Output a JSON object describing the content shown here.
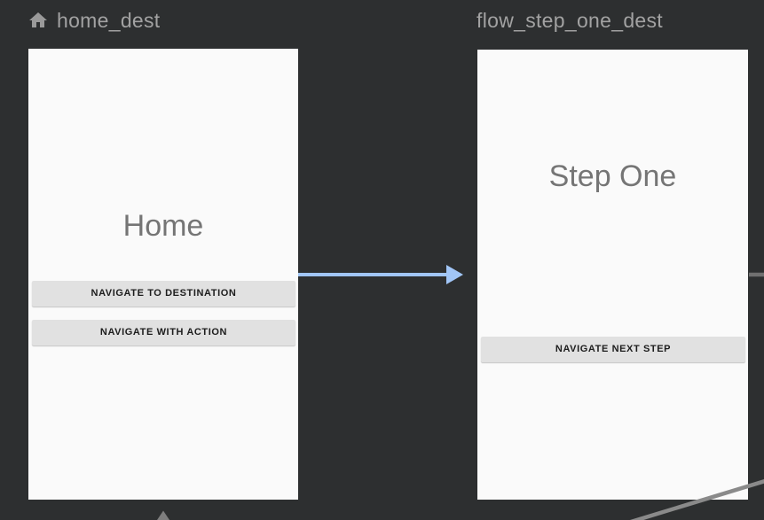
{
  "editor": {
    "type": "navigation-graph"
  },
  "colors": {
    "canvas_background": "#2d2f30",
    "card_background": "#fafafa",
    "header_label_text": "#a2a2a2",
    "screen_title_text": "#757575",
    "preview_button_bg": "#e1e1e1",
    "preview_button_text": "#1d1d1d",
    "action_arrow_blue": "#a1c6f7",
    "edge_gray": "#8a8a8a",
    "edge_gray_dark": "#707070",
    "home_icon_gray": "#9a9a9a"
  },
  "destinations": [
    {
      "label": "home_dest",
      "icon": "home-icon",
      "is_start_destination": true,
      "screen_title": "Home",
      "buttons": [
        "NAVIGATE TO DESTINATION",
        "NAVIGATE WITH ACTION"
      ]
    },
    {
      "label": "flow_step_one_dest",
      "is_start_destination": false,
      "screen_title": "Step One",
      "buttons": [
        "NAVIGATE NEXT STEP"
      ]
    }
  ],
  "edges": [
    {
      "name": "action-home-to-flow-step-one",
      "style": "blue-arrow",
      "color": "#a1c6f7"
    },
    {
      "name": "edge-flow-step-one-offscreen-right",
      "style": "gray-line",
      "color": "#707070"
    },
    {
      "name": "edge-diagonal-bottom-right",
      "style": "gray-line",
      "color": "#8a8a8a"
    },
    {
      "name": "edge-incoming-bottom-arrowhead",
      "style": "gray-arrowhead",
      "color": "#7e7e7e"
    }
  ]
}
